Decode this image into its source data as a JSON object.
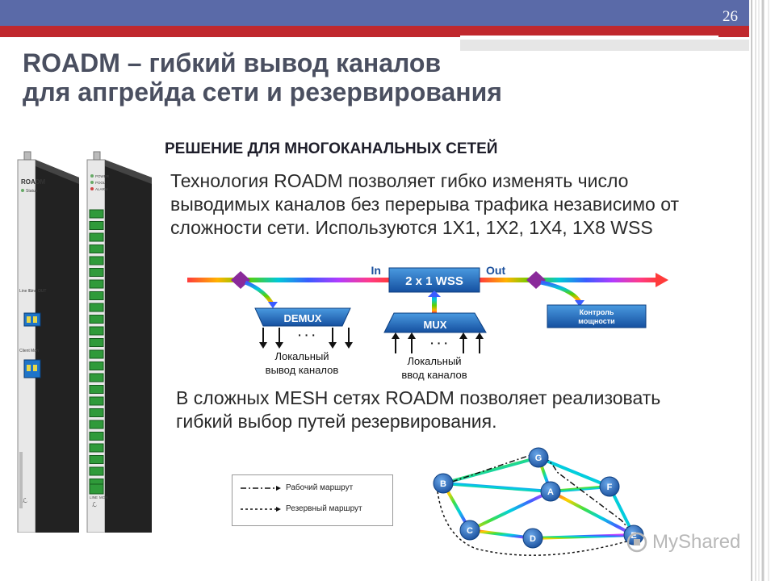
{
  "slide": {
    "page_number": "26",
    "title_line1": "ROADM – гибкий вывод каналов",
    "title_line2": "для апгрейда сети и резервирования",
    "subtitle": "РЕШЕНИЕ ДЛЯ МНОГОКАНАЛЬНЫХ СЕТЕЙ",
    "para1_lines": [
      "Технология ROADM позволяет гибко изменять число",
      "выводимых каналов без перерыва трафика независимо от",
      "сложности сети. Используются 1Х1, 1Х2, 1Х4, 1Х8 WSS"
    ],
    "para2_lines": [
      "В сложных MESH сетях ROADM позволяет реализовать",
      "гибкий выбор путей резервирования."
    ]
  },
  "hardware": {
    "card1_label": "ROADM",
    "card1_status": "Status",
    "card1_line_in": "Line IN",
    "card1_line_out": "Line OUT",
    "card1_client": "Client",
    "card1_mon": "Mon",
    "card2_power": "POWER",
    "card2_pool": "POOL",
    "card2_alarm": "ALARM",
    "card2_line": "LINE",
    "card2_mon": "MON"
  },
  "wss_diagram": {
    "in_label": "In",
    "out_label": "Out",
    "wss_label": "2 x 1 WSS",
    "demux_label": "DEMUX",
    "mux_label": "MUX",
    "dots": "· · ·",
    "power_control_line1": "Контроль",
    "power_control_line2": "мощности",
    "local_out_line1": "Локальный",
    "local_out_line2": "вывод каналов",
    "local_in_line1": "Локальный",
    "local_in_line2": "ввод каналов"
  },
  "legend": {
    "working_route": "Рабочий маршрут",
    "backup_route": "Резервный маршрут"
  },
  "mesh": {
    "nodes": [
      "B",
      "G",
      "A",
      "F",
      "C",
      "D",
      "E"
    ]
  },
  "watermark": {
    "text": "MyShared"
  },
  "colors": {
    "header_blue": "#5a6aa8",
    "header_red": "#c0282d",
    "title_gray": "#4a4f60",
    "node_blue": "#2e6fba",
    "box_blue": "#1f63b0",
    "diamond_purple": "#8a2a9a"
  }
}
